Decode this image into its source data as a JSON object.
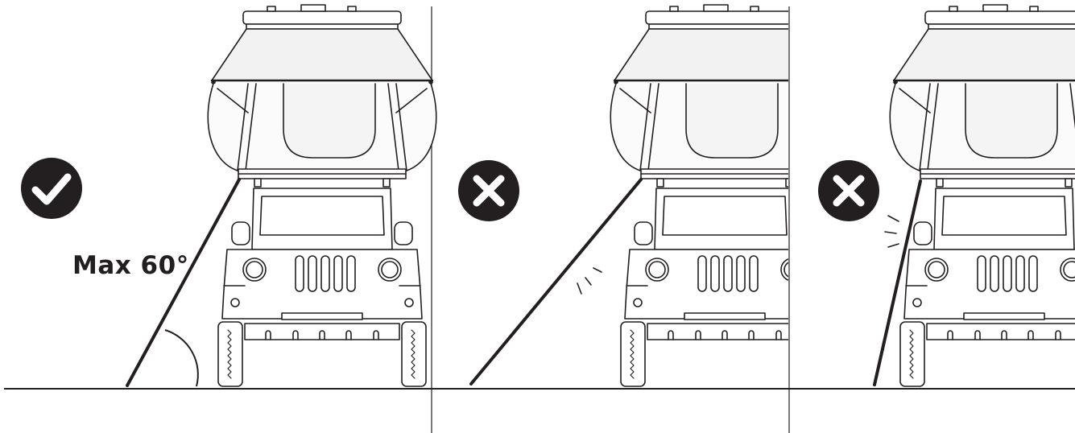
{
  "panels": [
    {
      "status": "ok",
      "status_icon": "checkmark-icon",
      "label": "Max 60°"
    },
    {
      "status": "wrong",
      "status_icon": "cross-icon",
      "label": ""
    },
    {
      "status": "wrong",
      "status_icon": "cross-icon",
      "label": ""
    }
  ],
  "colors": {
    "line": "#231f20",
    "badge": "#231f20",
    "awning": "#f2f2f2",
    "tent": "#f7f7f7"
  }
}
